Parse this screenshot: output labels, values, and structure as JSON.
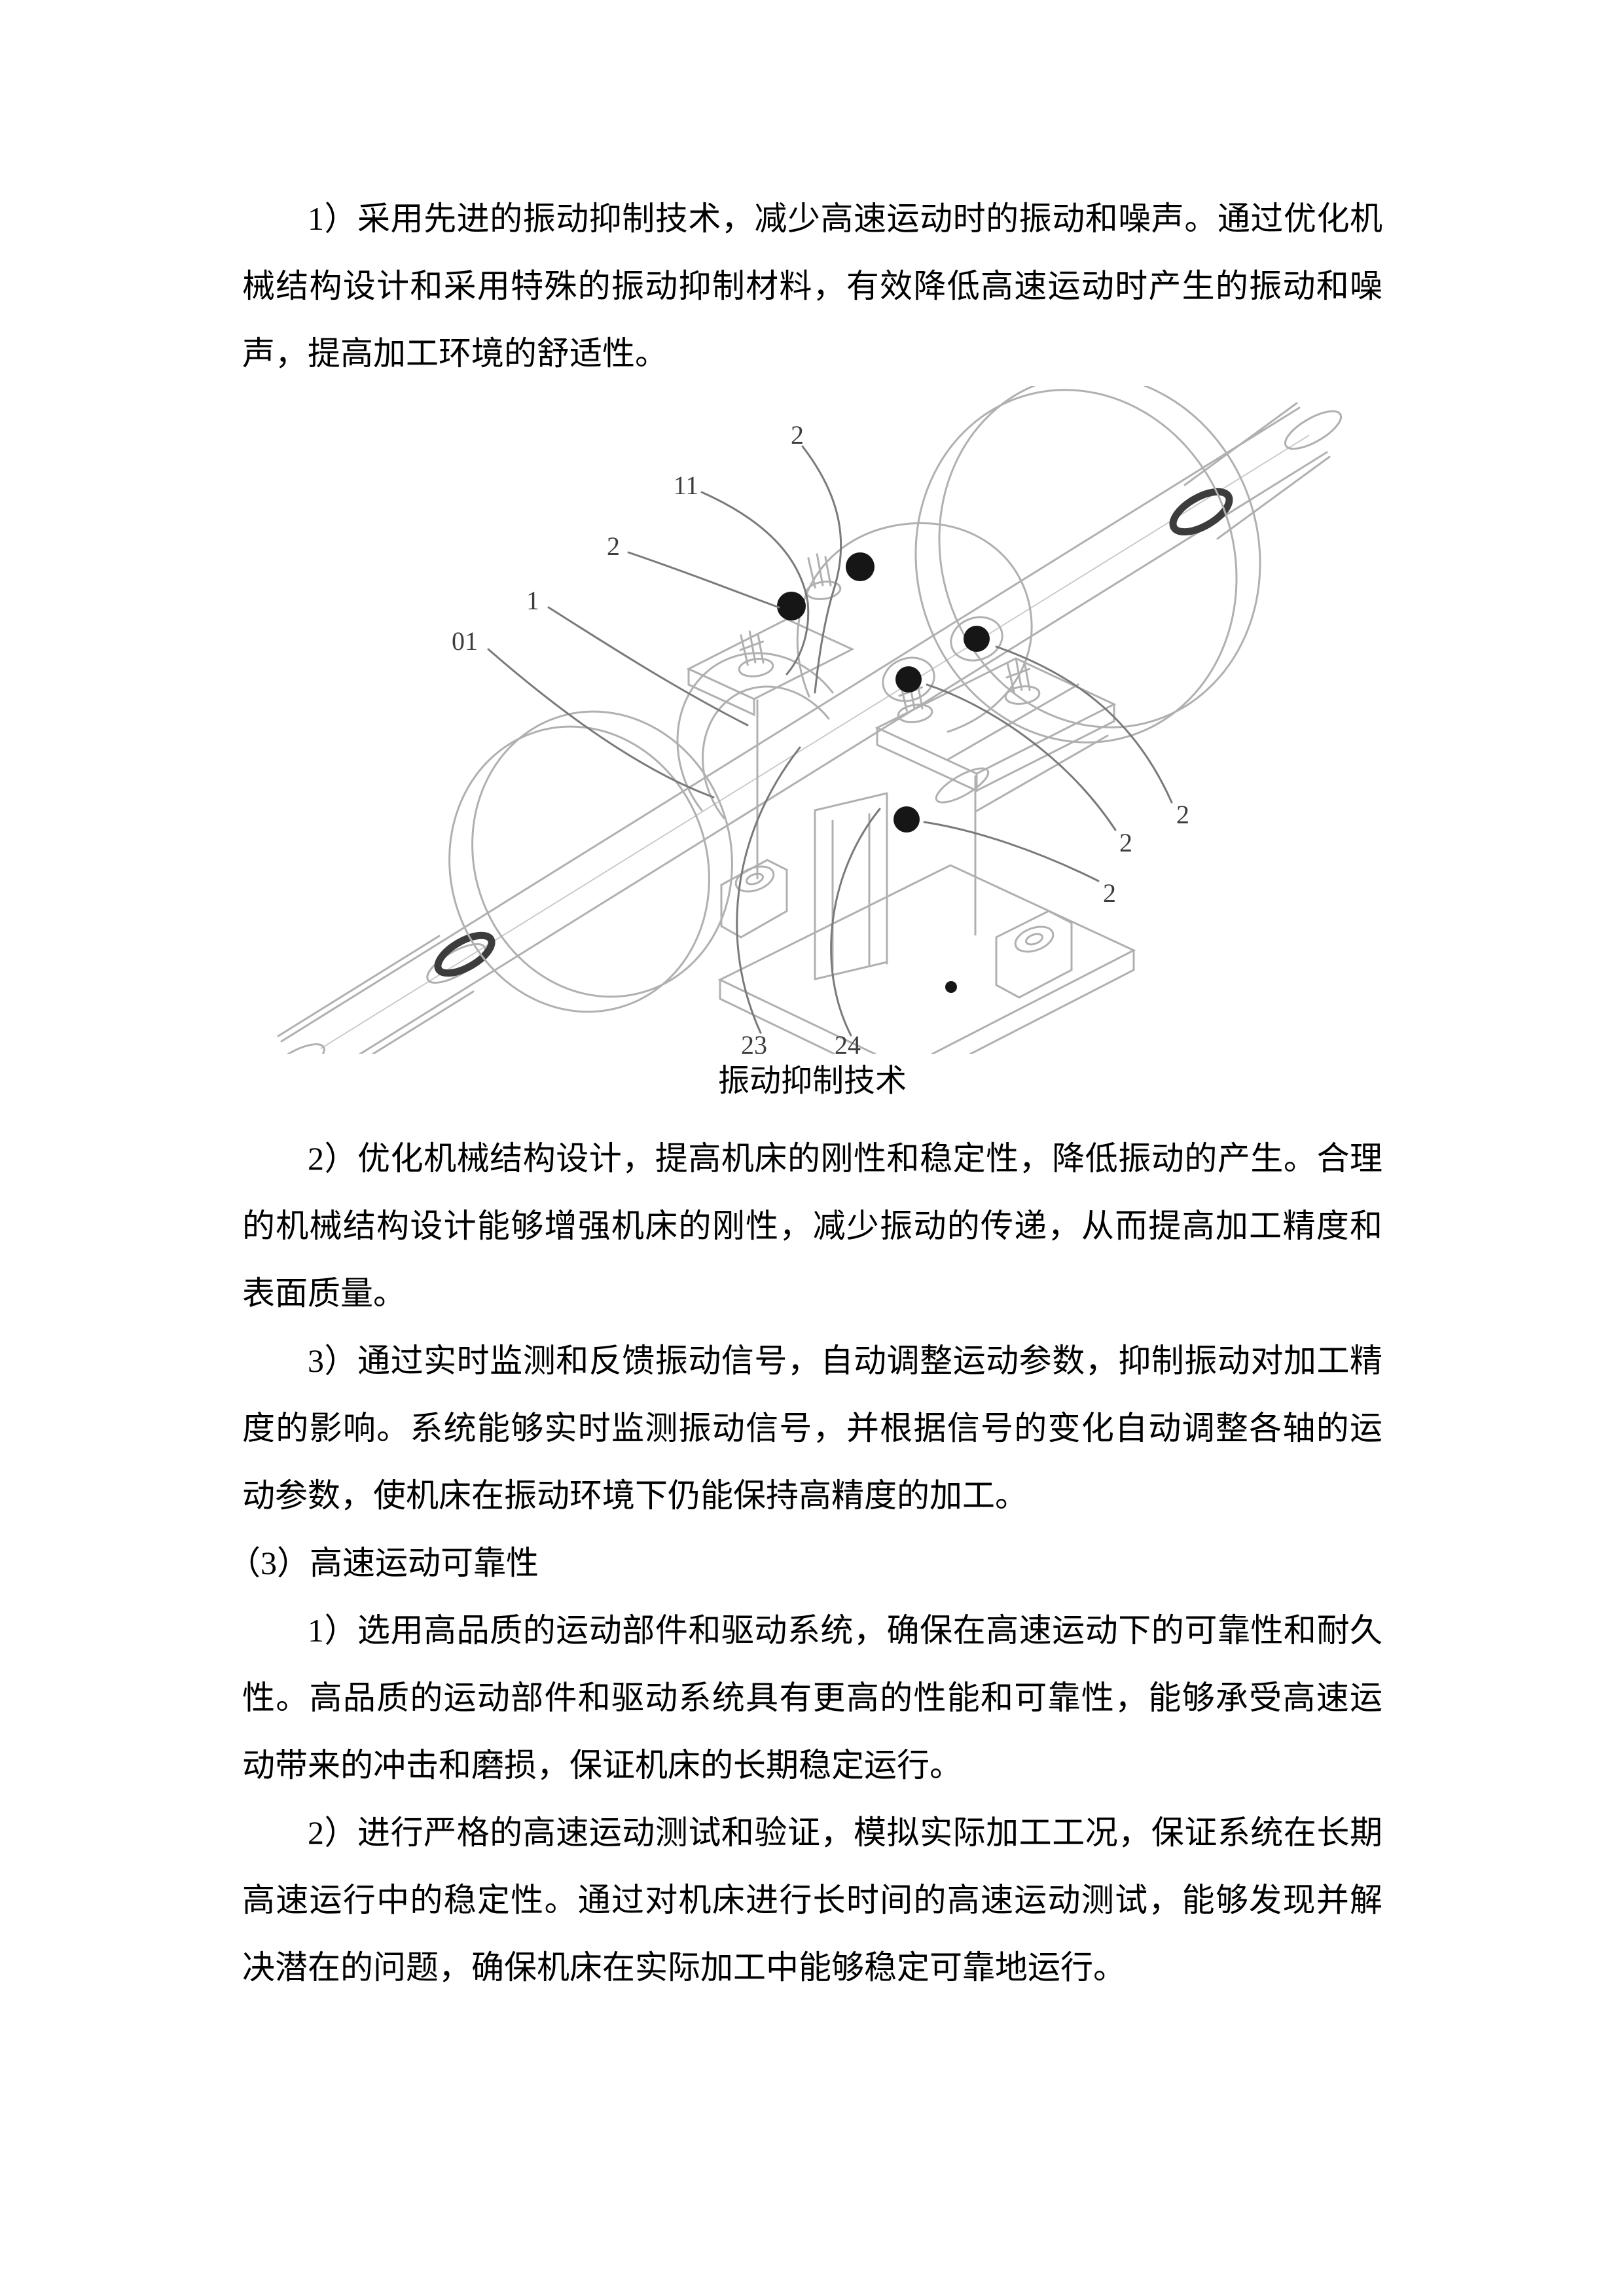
{
  "colors": {
    "background": "#ffffff",
    "text": "#000000",
    "sketch_line": "#b0b0b0",
    "sketch_dark": "#3c3c3c",
    "leader_line": "#7a7a7a",
    "damper_dot": "#161616"
  },
  "document": {
    "para_1": "1）采用先进的振动抑制技术，减少高速运动时的振动和噪声。通过优化机械结构设计和采用特殊的振动抑制材料，有效降低高速运动时产生的振动和噪声，提高加工环境的舒适性。",
    "figure": {
      "caption": "振动抑制技术",
      "callouts": [
        {
          "id": "top-2",
          "text": "2"
        },
        {
          "id": "left-11",
          "text": "11"
        },
        {
          "id": "left-2",
          "text": "2"
        },
        {
          "id": "left-1",
          "text": "1"
        },
        {
          "id": "left-01",
          "text": "01"
        },
        {
          "id": "right-2a",
          "text": "2"
        },
        {
          "id": "right-2b",
          "text": "2"
        },
        {
          "id": "right-2c",
          "text": "2"
        },
        {
          "id": "bottom-23",
          "text": "23"
        },
        {
          "id": "bottom-24",
          "text": "24"
        }
      ]
    },
    "para_2": "2）优化机械结构设计，提高机床的刚性和稳定性，降低振动的产生。合理的机械结构设计能够增强机床的刚性，减少振动的传递，从而提高加工精度和表面质量。",
    "para_3": "3）通过实时监测和反馈振动信号，自动调整运动参数，抑制振动对加工精度的影响。系统能够实时监测振动信号，并根据信号的变化自动调整各轴的运动参数，使机床在振动环境下仍能保持高精度的加工。",
    "heading_3": "（3）高速运动可靠性",
    "para_4": "1）选用高品质的运动部件和驱动系统，确保在高速运动下的可靠性和耐久性。高品质的运动部件和驱动系统具有更高的性能和可靠性，能够承受高速运动带来的冲击和磨损，保证机床的长期稳定运行。",
    "para_5": "2）进行严格的高速运动测试和验证，模拟实际加工工况，保证系统在长期高速运行中的稳定性。通过对机床进行长时间的高速运动测试，能够发现并解决潜在的问题，确保机床在实际加工中能够稳定可靠地运行。"
  }
}
